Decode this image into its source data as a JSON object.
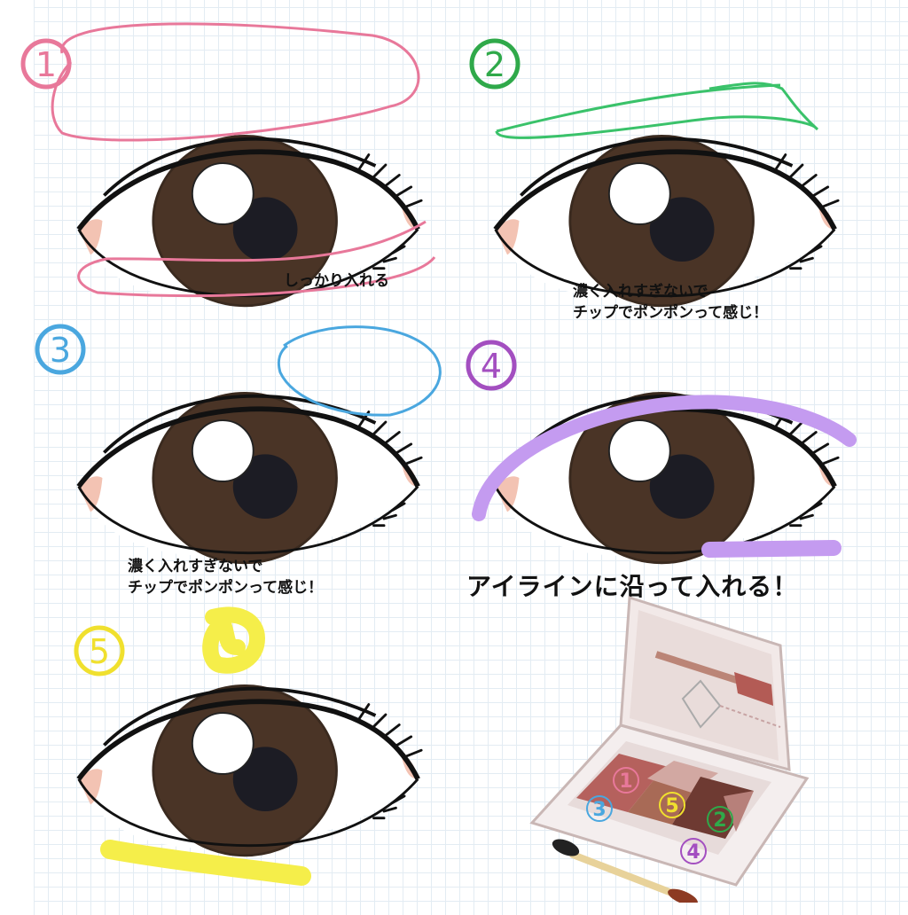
{
  "steps": [
    {
      "number": "①",
      "color": "#e8789a",
      "caption": "しっかり入れる"
    },
    {
      "number": "②",
      "color": "#2fa94a",
      "caption_lines": [
        "濃く入れすぎないで",
        "チップでポンポンって感じ！"
      ]
    },
    {
      "number": "③",
      "color": "#4aa7df",
      "caption_lines": [
        "濃く入れすぎないで",
        "チップでポンポンって感じ！"
      ]
    },
    {
      "number": "④",
      "color": "#a34fc0",
      "caption": "アイラインに沿って入れる！",
      "stroke_color": "#c49bf0"
    },
    {
      "number": "⑤",
      "color": "#f0e02e",
      "stroke_color": "#f5ee4a"
    }
  ],
  "palette": {
    "labels": [
      "①",
      "③",
      "⑤",
      "②",
      "④"
    ]
  },
  "colors": {
    "iris": "#4a3426",
    "pupil": "#1c1c24",
    "grid": "#e3ecf3"
  }
}
